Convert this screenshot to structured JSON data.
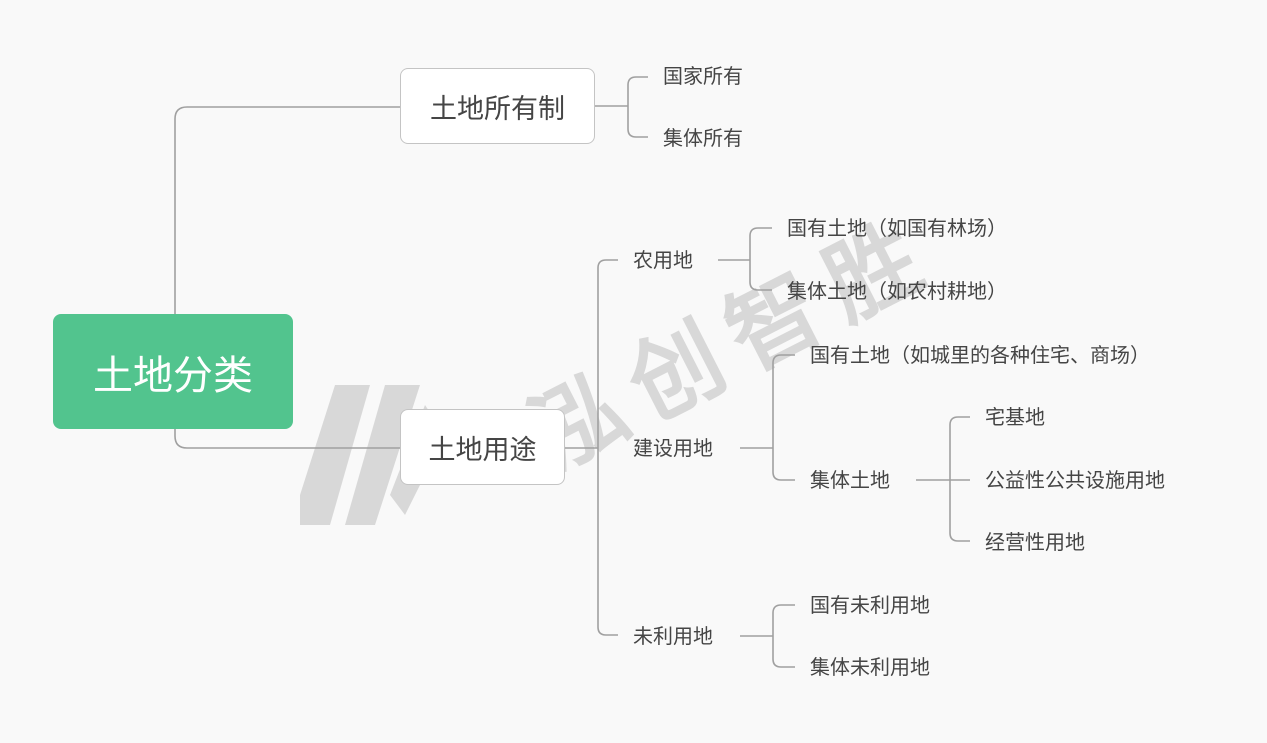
{
  "root": {
    "label": "土地分类",
    "color": "#52c48e"
  },
  "watermark": "泓创智胜",
  "branches": {
    "ownership": {
      "label": "土地所有制",
      "children": [
        "国家所有",
        "集体所有"
      ]
    },
    "usage": {
      "label": "土地用途",
      "agricultural": {
        "label": "农用地",
        "children": [
          "国有土地（如国有林场）",
          "集体土地（如农村耕地）"
        ]
      },
      "construction": {
        "label": "建设用地",
        "state": "国有土地（如城里的各种住宅、商场）",
        "collective": {
          "label": "集体土地",
          "children": [
            "宅基地",
            "公益性公共设施用地",
            "经营性用地"
          ]
        }
      },
      "unused": {
        "label": "未利用地",
        "children": [
          "国有未利用地",
          "集体未利用地"
        ]
      }
    }
  }
}
